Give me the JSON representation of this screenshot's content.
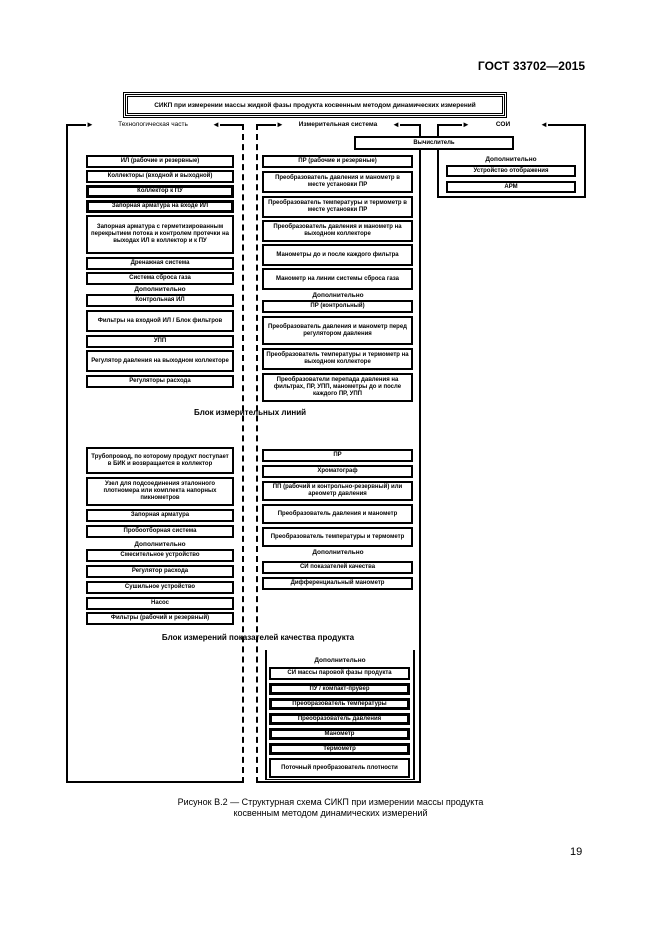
{
  "header": {
    "standard": "ГОСТ 33702—2015"
  },
  "diagram": {
    "title": "СИКП при измерении массы жидкой фазы продукта косвенным методом динамических измерений",
    "columns": {
      "tech": "Технологическая часть",
      "meas": "Измерительная система",
      "soi": "СОИ"
    },
    "computer": "Вычислитель",
    "soi": {
      "additional": "Дополнительно",
      "boxes": [
        "Устройство отображения",
        "АРМ"
      ]
    },
    "mlb_tech": {
      "boxes": [
        "ИЛ (рабочие и резервные)",
        "Коллекторы (входной и выходной)",
        "Коллектор к ПУ",
        "Запорная арматура на входе ИЛ",
        "Запорная арматура с герметизированным перекрытием потока и контролем протечки на выходах ИЛ в коллектор и к ПУ",
        "Дренажная система",
        "Система сброса газа"
      ],
      "additional": "Дополнительно",
      "extra": [
        "Контрольная ИЛ",
        "Фильтры на входной ИЛ / Блок фильтров",
        "УПП",
        "Регулятор давления на выходном коллекторе",
        "Регуляторы расхода"
      ]
    },
    "mlb_meas": {
      "boxes": [
        "ПР (рабочие и резервные)",
        "Преобразователь давления и манометр в месте установки ПР",
        "Преобразователь температуры и термометр в месте установки ПР",
        "Преобразователь давления и манометр на выходном коллекторе",
        "Манометры до и после каждого фильтра",
        "Манометр на линии системы сброса газа"
      ],
      "additional": "Дополнительно",
      "extra": [
        "ПР (контрольный)",
        "Преобразователь давления и манометр перед регулятором давления",
        "Преобразователь температуры и термометр на выходном коллекторе",
        "Преобразователи перепада давления на фильтрах, ПР, УПП, манометры до и после каждого ПР, УПП"
      ]
    },
    "block_mlb": "Блок измерительных линий",
    "qb_tech": {
      "boxes": [
        "Трубопровод, по которому продукт поступает в БИК и возвращается в коллектор",
        "Узел для подсоединения эталонного плотномера или комплекта напорных пикнометров",
        "Запорная арматура",
        "Пробоотборная система"
      ],
      "additional": "Дополнительно",
      "extra": [
        "Смесительное устройство",
        "Регулятор расхода",
        "Сушильное устройство",
        "Насос",
        "Фильтры (рабочий и резервный)"
      ]
    },
    "qb_meas": {
      "boxes": [
        "ПР",
        "Хроматограф",
        "ПП (рабочий и контрольно-резервный) или ареометр давления",
        "Преобразователь давления и манометр",
        "Преобразователь температуры и термометр"
      ],
      "additional": "Дополнительно",
      "extra": [
        "СИ показателей качества",
        "Дифференциальный манометр"
      ]
    },
    "block_qb": "Блок измерений показателей качества продукта",
    "vapor": {
      "additional": "Дополнительно",
      "boxes": [
        "СИ массы паровой фазы продукта",
        "ПУ / компакт-прувер",
        "Преобразователь температуры",
        "Преобразователь давления",
        "Манометр",
        "Термометр",
        "Поточный преобразователь плотности"
      ]
    }
  },
  "caption": {
    "line1": "Рисунок В.2 — Структурная схема СИКП при измерении массы продукта",
    "line2": "косвенным методом динамических измерений"
  },
  "page_number": "19"
}
